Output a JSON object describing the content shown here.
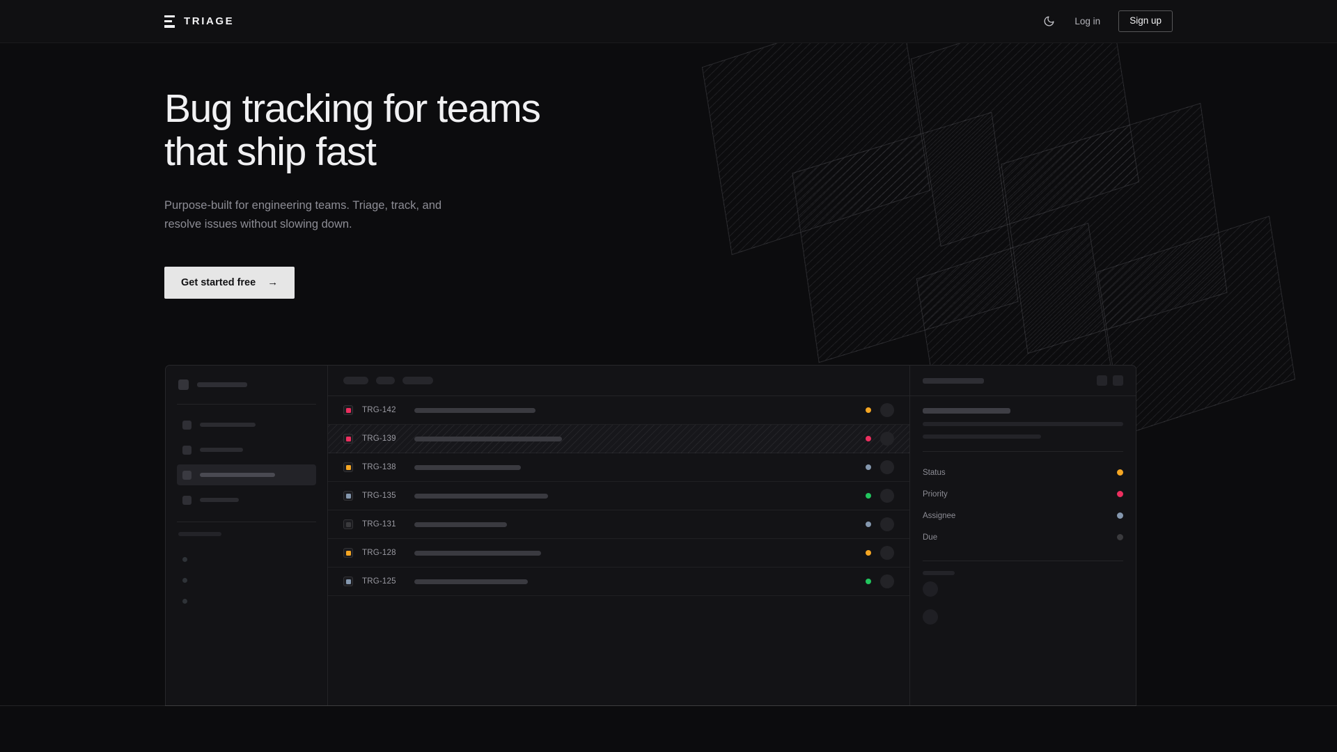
{
  "nav": {
    "brand": "TRIAGE",
    "brand_icon": "triage-bars-logo-icon",
    "theme_toggle_icon": "moon-icon",
    "login_label": "Log in",
    "signup_label": "Sign up"
  },
  "hero": {
    "title_line1": "Bug tracking for teams",
    "title_line2": "that ship fast",
    "subtitle_line1": "Purpose-built for engineering teams. Triage, track, and",
    "subtitle_line2": "resolve issues without slowing down.",
    "cta_label": "Get started free",
    "cta_arrow": "→"
  },
  "colors": {
    "background": "#0c0c0e",
    "surface": "#131316",
    "cta_background": "#e6e6e6",
    "priority_urgent": "#ec2f5f",
    "priority_high": "#f5a623",
    "priority_medium": "#8497ae",
    "priority_low": "#3a3a3d",
    "status_in_progress": "#f5a623",
    "status_blocked": "#ec2f5f",
    "status_todo": "#8497ae",
    "status_done": "#22c55e",
    "status_none": "#3a3a3d"
  },
  "app": {
    "sidebar": {
      "workspace_label_width": 72,
      "nav_items": [
        {
          "name": "nav-item-1",
          "label_width": 80,
          "active": false
        },
        {
          "name": "nav-item-2",
          "label_width": 62,
          "active": false
        },
        {
          "name": "nav-item-3",
          "label_width": 108,
          "active": true
        },
        {
          "name": "nav-item-4",
          "label_width": 56,
          "active": false
        }
      ],
      "section_label_width": 62,
      "dot_items": [
        "project-dot-1",
        "project-dot-2",
        "project-dot-3"
      ]
    },
    "list": {
      "filter_chips": [
        {
          "name": "filter-chip-1",
          "width": 36
        },
        {
          "name": "filter-chip-2",
          "width": 27
        },
        {
          "name": "filter-chip-3",
          "width": 44
        }
      ],
      "rows": [
        {
          "id": "TRG-142",
          "priority_color": "#ec2f5f",
          "title_width": 174,
          "status_color": "#f5a623",
          "selected": false
        },
        {
          "id": "TRG-139",
          "priority_color": "#ec2f5f",
          "title_width": 212,
          "status_color": "#ec2f5f",
          "selected": true
        },
        {
          "id": "TRG-138",
          "priority_color": "#f5a623",
          "title_width": 153,
          "status_color": "#8497ae",
          "selected": false
        },
        {
          "id": "TRG-135",
          "priority_color": "#8497ae",
          "title_width": 192,
          "status_color": "#22c55e",
          "selected": false
        },
        {
          "id": "TRG-131",
          "priority_color": "#3a3a3d",
          "title_width": 133,
          "status_color": "#8497ae",
          "selected": false
        },
        {
          "id": "TRG-128",
          "priority_color": "#f5a623",
          "title_width": 182,
          "status_color": "#f5a623",
          "selected": false
        },
        {
          "id": "TRG-125",
          "priority_color": "#8497ae",
          "title_width": 163,
          "status_color": "#22c55e",
          "selected": false
        }
      ]
    },
    "detail": {
      "breadcrumb_width": 88,
      "action_buttons": [
        "detail-action-1",
        "detail-action-2"
      ],
      "title_width": 126,
      "body_lines": [
        288,
        170
      ],
      "meta": [
        {
          "key": "Status",
          "value_color": "#f5a623"
        },
        {
          "key": "Priority",
          "value_color": "#ec2f5f"
        },
        {
          "key": "Assignee",
          "value_color": "#8497ae"
        },
        {
          "key": "Due",
          "value_color": "#3a3a3d"
        }
      ],
      "activity_label_width": 46,
      "activity_rows": [
        "activity-item-1",
        "activity-item-2"
      ]
    }
  }
}
